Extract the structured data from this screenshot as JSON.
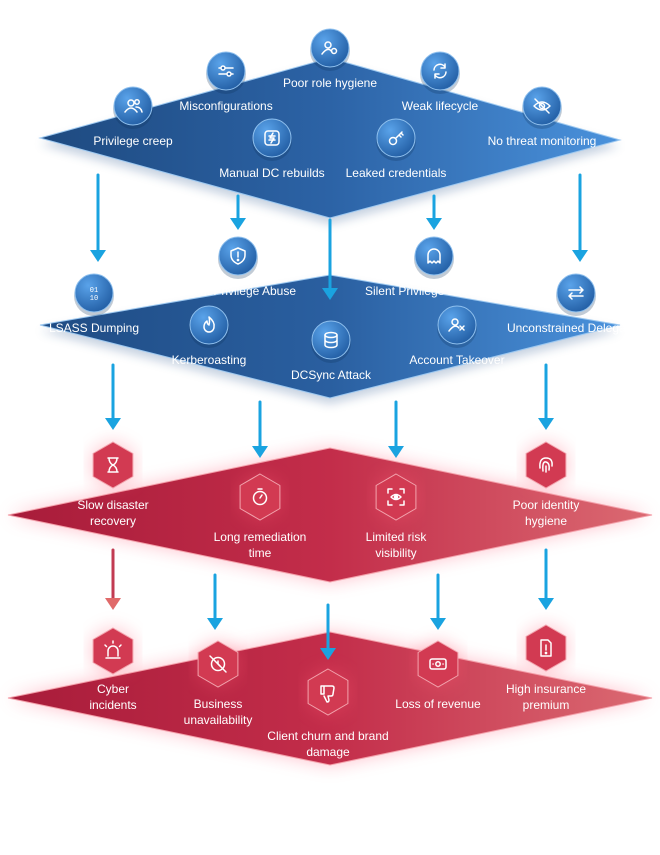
{
  "colors": {
    "blue_dark": "#1f4f86",
    "blue_mid": "#2f6db4",
    "blue_light": "#4a90d9",
    "red_dark": "#b3223f",
    "red_mid": "#c9324d",
    "red_light": "#d9626d",
    "arrow_blue": "#1aa3e0",
    "arrow_red": "#e06a6a"
  },
  "layers": [
    {
      "id": "root-causes",
      "theme": "blue",
      "items": [
        {
          "label": "Privilege creep",
          "icon": "users-icon"
        },
        {
          "label": "Misconfigurations",
          "icon": "sliders-icon"
        },
        {
          "label": "Poor role hygiene",
          "icon": "user-settings-icon"
        },
        {
          "label": "Weak lifecycle",
          "icon": "refresh-icon"
        },
        {
          "label": "No threat monitoring",
          "icon": "eye-off-icon"
        },
        {
          "label": "Manual DC rebuilds",
          "icon": "server-icon"
        },
        {
          "label": "Leaked credentials",
          "icon": "key-icon"
        }
      ]
    },
    {
      "id": "attacks",
      "theme": "blue",
      "items": [
        {
          "label": "LSASS Dumping",
          "icon": "binary-icon"
        },
        {
          "label": "Silent Privilege Abuse",
          "icon": "shield-alert-icon"
        },
        {
          "label": "Silent Privilege Escalation",
          "icon": "ghost-icon"
        },
        {
          "label": "Unconstrained Delegation",
          "icon": "swap-icon"
        },
        {
          "label": "Kerberoasting",
          "icon": "flame-icon"
        },
        {
          "label": "DCSync Attack",
          "icon": "database-icon"
        },
        {
          "label": "Account Takeover",
          "icon": "user-x-icon"
        }
      ]
    },
    {
      "id": "operational-impact",
      "theme": "red",
      "items": [
        {
          "label": "Slow disaster recovery",
          "icon": "hourglass-icon"
        },
        {
          "label": "Long remediation time",
          "icon": "stopwatch-icon"
        },
        {
          "label": "Limited risk visibility",
          "icon": "scan-eye-icon"
        },
        {
          "label": "Poor identity hygiene",
          "icon": "fingerprint-icon"
        }
      ]
    },
    {
      "id": "business-impact",
      "theme": "red",
      "items": [
        {
          "label": "Cyber incidents",
          "icon": "siren-icon"
        },
        {
          "label": "Business unavailability",
          "icon": "clock-off-icon"
        },
        {
          "label": "Client churn and brand damage",
          "icon": "thumbs-down-icon"
        },
        {
          "label": "Loss of revenue",
          "icon": "banknote-icon"
        },
        {
          "label": "High insurance premium",
          "icon": "file-alert-icon"
        }
      ]
    }
  ]
}
